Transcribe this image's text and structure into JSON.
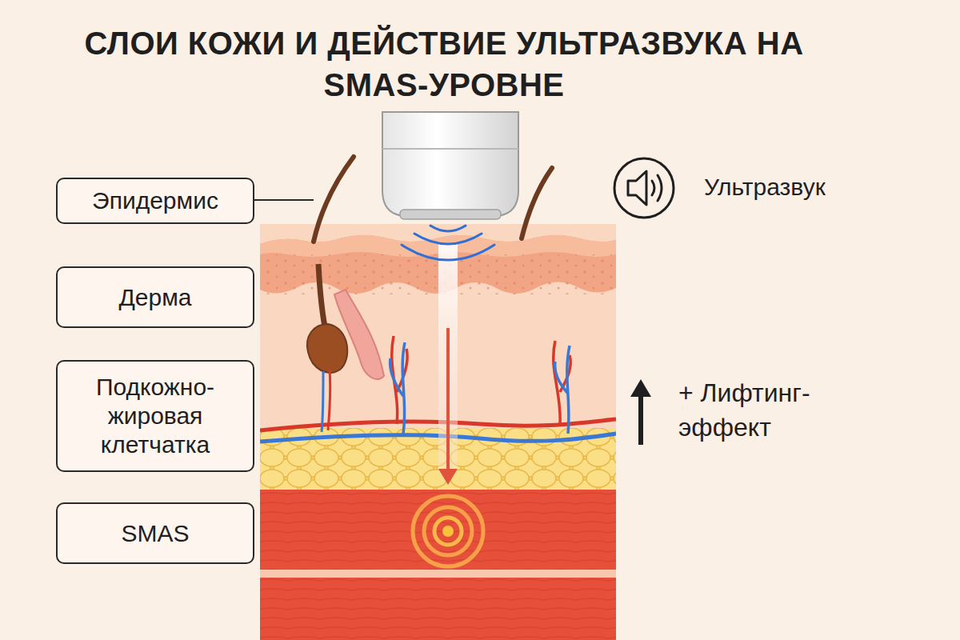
{
  "diagram": {
    "title": "СЛОИ КОЖИ И ДЕЙСТВИЕ УЛЬТРАЗВУКА НА SMAS-УРОВНЕ",
    "nodes": [
      {
        "text": [
          "Эпидермис"
        ]
      },
      {
        "text": [
          "Дерма"
        ]
      },
      {
        "text": [
          "Подкожно- жировая клетчатка"
        ]
      },
      {
        "text": [
          "SMAS"
        ]
      }
    ],
    "labels": [
      "Ультразвук",
      "+ Лифтинг- эффект"
    ]
  }
}
